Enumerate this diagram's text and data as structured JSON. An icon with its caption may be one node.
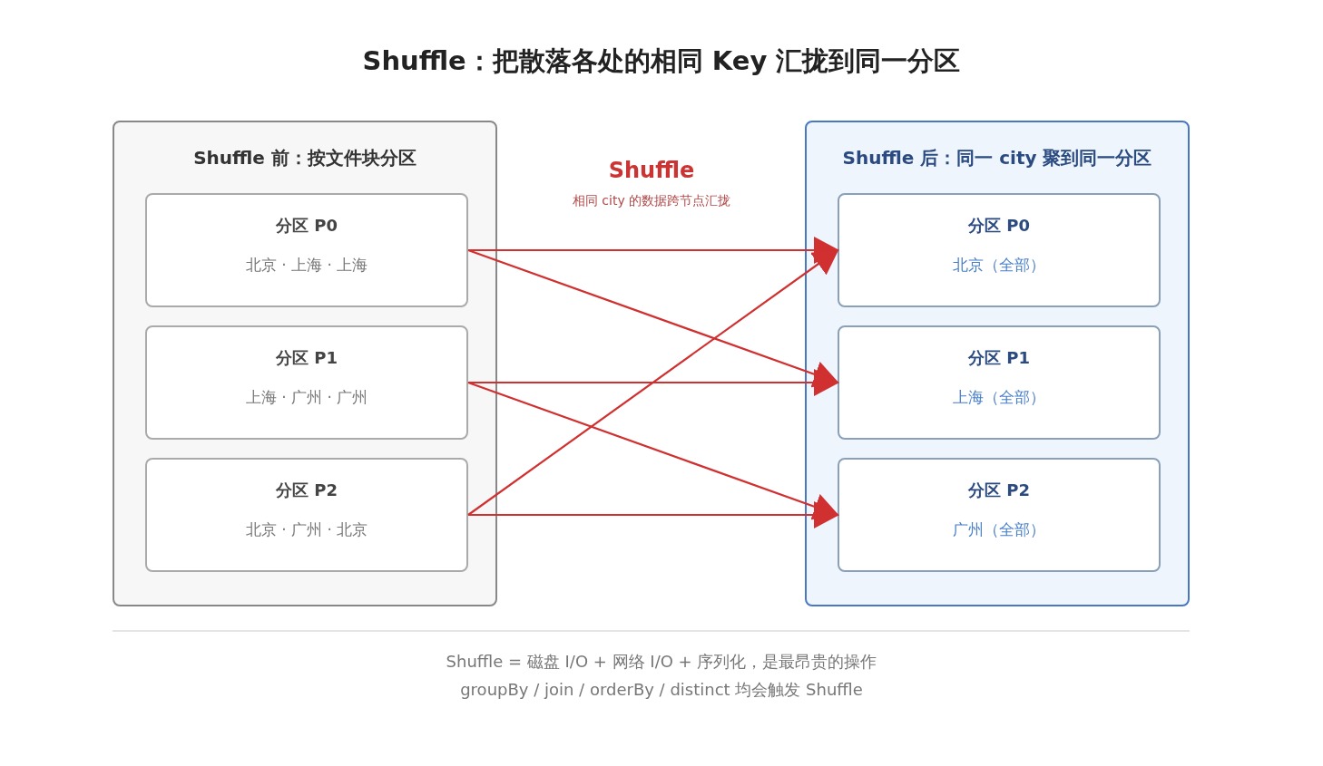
{
  "diagram": {
    "title": "Shuffle：把散落各处的相同 Key 汇拢到同一分区",
    "nodes": [
      {
        "text": [
          "Shuffle 前：按文件块分区"
        ]
      },
      {
        "text": [
          "分区 P0",
          "北京 · 上海 · 上海"
        ],
        "in": 0
      },
      {
        "text": [
          "分区 P1",
          "上海 · 广州 · 广州"
        ],
        "in": 0
      },
      {
        "text": [
          "分区 P2",
          "北京 · 广州 · 北京"
        ],
        "in": 0
      },
      {
        "text": [
          "Shuffle 后：同一 city 聚到同一分区"
        ]
      },
      {
        "text": [
          "分区 P0",
          "北京（全部）"
        ],
        "in": 4
      },
      {
        "text": [
          "分区 P1",
          "上海（全部）"
        ],
        "in": 4
      },
      {
        "text": [
          "分区 P2",
          "广州（全部）"
        ],
        "in": 4
      }
    ],
    "edges": [
      {
        "from": 1,
        "to": 5,
        "arrow": "to"
      },
      {
        "from": 1,
        "to": 6,
        "arrow": "to"
      },
      {
        "from": 2,
        "to": 6,
        "arrow": "to"
      },
      {
        "from": 2,
        "to": 7,
        "arrow": "to"
      },
      {
        "from": 3,
        "to": 5,
        "arrow": "to"
      },
      {
        "from": 3,
        "to": 7,
        "arrow": "to"
      }
    ],
    "labels": [
      "Shuffle",
      "相同 city 的数据跨节点汇拢",
      "Shuffle = 磁盘 I/O + 网络 I/O + 序列化，是最昂贵的操作",
      "groupBy / join / orderBy / distinct 均会触发 Shuffle"
    ]
  }
}
